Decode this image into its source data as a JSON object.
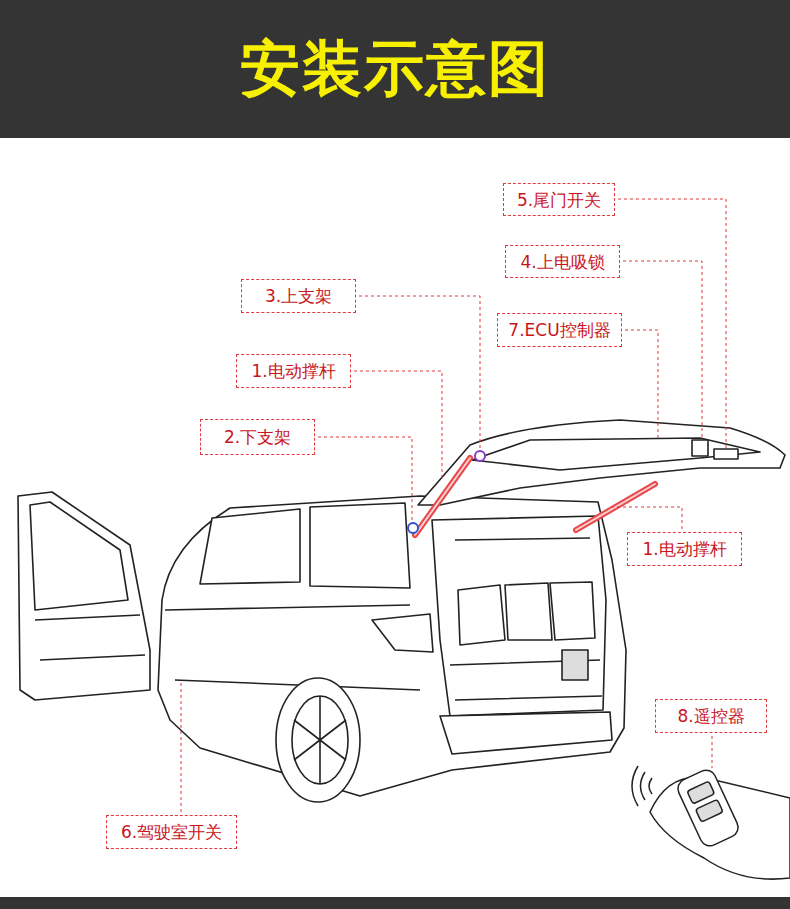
{
  "diagram": {
    "title": "安装示意图",
    "nodes": [
      {
        "text": [
          "5.尾门开关"
        ]
      },
      {
        "text": [
          "4.上电吸锁"
        ]
      },
      {
        "text": [
          "3.上支架"
        ]
      },
      {
        "text": [
          "7.ECU控制器"
        ]
      },
      {
        "text": [
          "1.电动撑杆"
        ]
      },
      {
        "text": [
          "2.下支架"
        ]
      },
      {
        "text": [
          "1.电动撑杆"
        ]
      },
      {
        "text": [
          "8.遥控器"
        ]
      },
      {
        "text": [
          "6.驾驶室开关"
        ]
      }
    ]
  }
}
